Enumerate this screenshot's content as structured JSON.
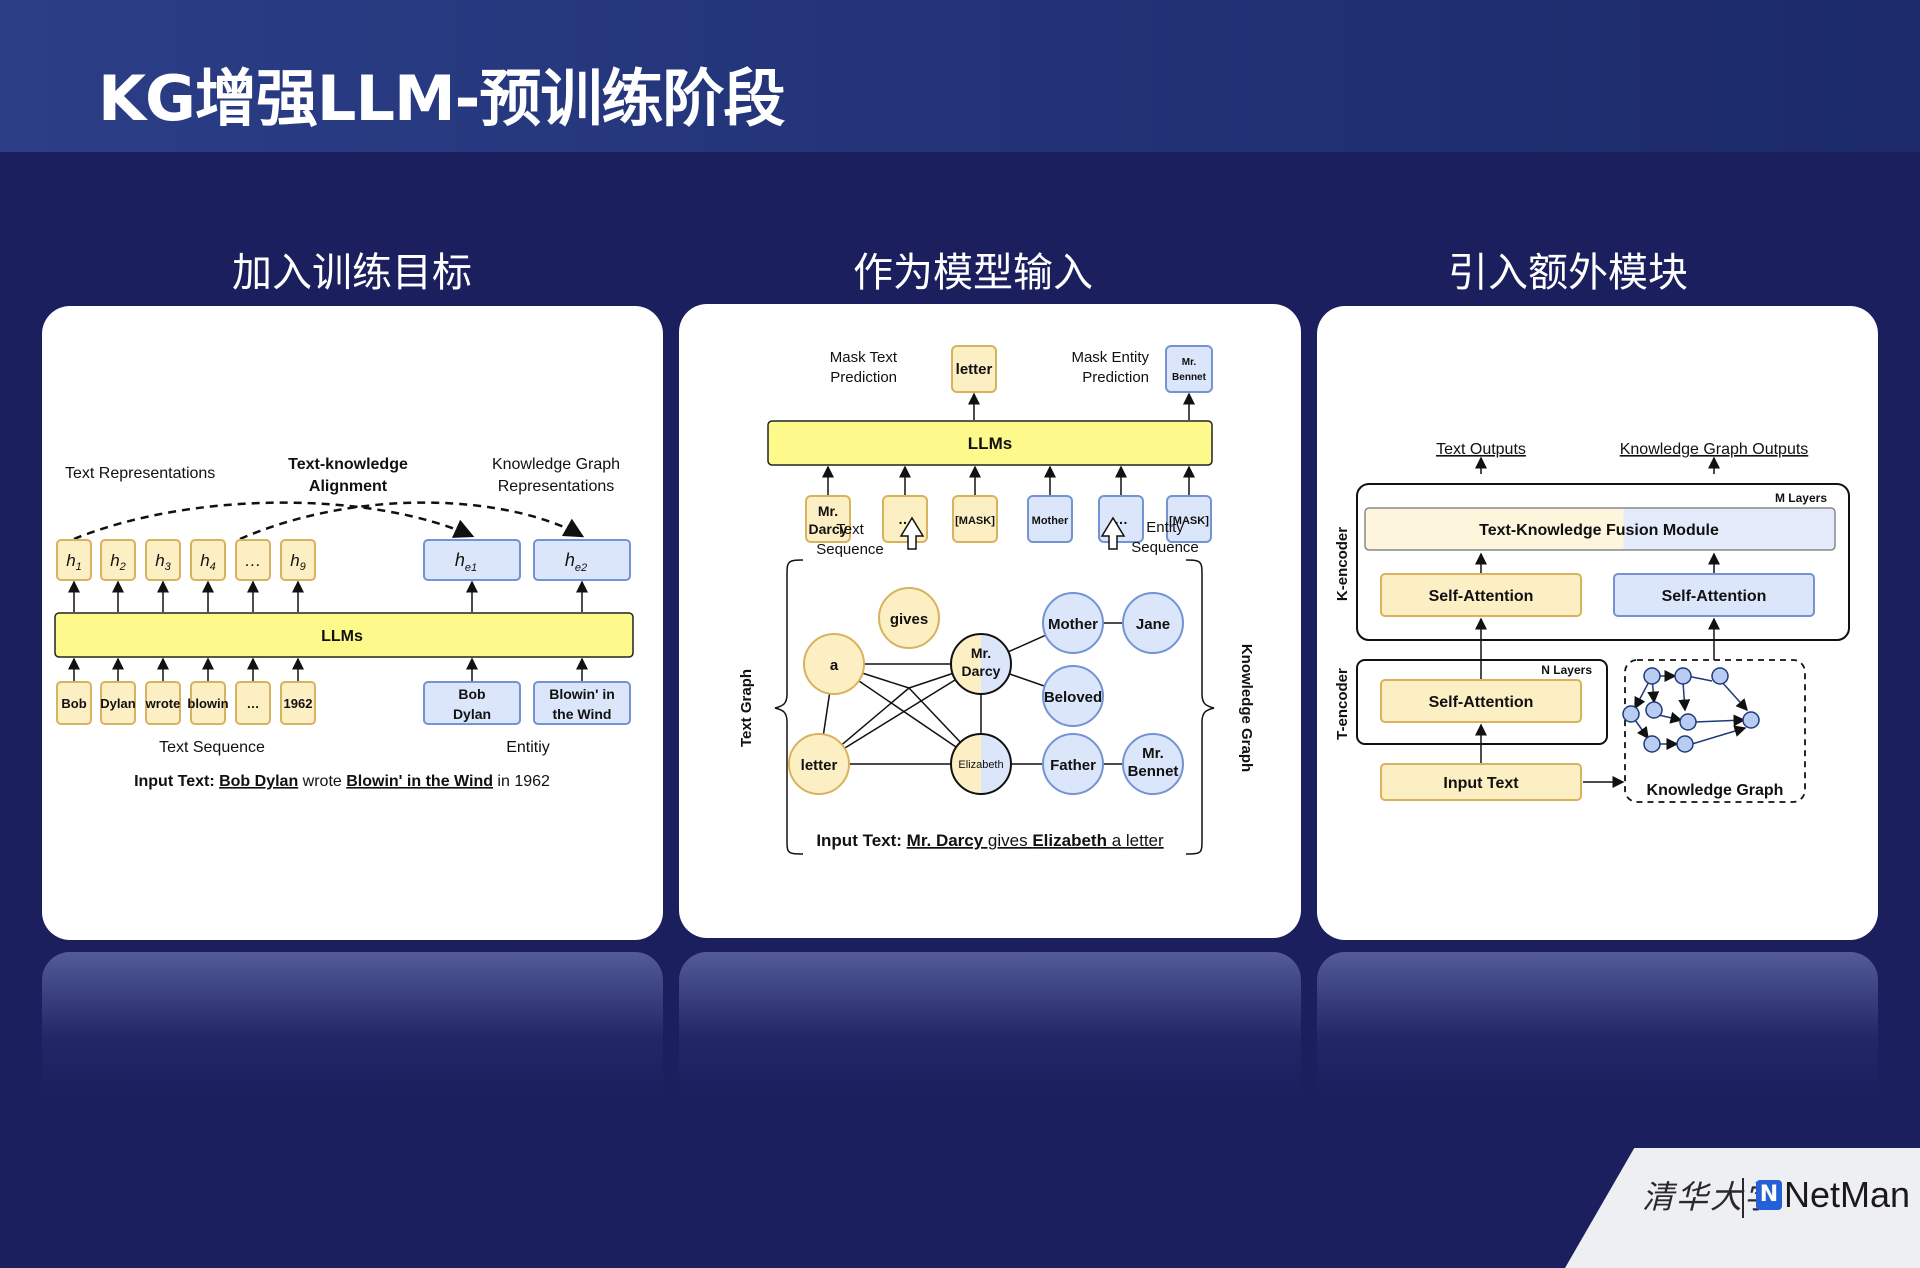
{
  "page_title": "KG增强LLM-预训练阶段",
  "sections": [
    {
      "title": "加入训练目标"
    },
    {
      "title": "作为模型输入"
    },
    {
      "title": "引入额外模块"
    }
  ],
  "colors": {
    "background": "#1b1f5e",
    "token_yellow": "#fdefc4",
    "token_yellow_border": "#d8b25c",
    "llm_yellow": "#fdf98a",
    "entity_blue": "#dbe6fb",
    "entity_blue_border": "#7393d2"
  },
  "panel1": {
    "text_repr": "Text Representations",
    "alignment_l1": "Text-knowledge",
    "alignment_l2": "Alignment",
    "kg_repr_l1": "Knowledge Graph",
    "kg_repr_l2": "Representations",
    "hidden": [
      "h",
      "h",
      "h",
      "h",
      "…",
      "h"
    ],
    "hidden_sub": [
      "1",
      "2",
      "3",
      "4",
      "",
      "9"
    ],
    "ent_hidden": "h",
    "ent_sub": [
      "e1",
      "e2"
    ],
    "llm": "LLMs",
    "tokens": [
      "Bob",
      "Dylan",
      "wrote",
      "blowin",
      "…",
      "1962"
    ],
    "entities": [
      [
        "Bob",
        "Dylan"
      ],
      [
        "Blowin' in",
        "the Wind"
      ]
    ],
    "text_seq": "Text Sequence",
    "entity_label": "Entitiy",
    "input_prefix": "Input Text: ",
    "input_parts": [
      "Bob Dylan",
      " wrote ",
      "Blowin' in the Wind",
      " in 1962"
    ]
  },
  "panel2": {
    "mask_text_l1": "Mask Text",
    "mask_text_l2": "Prediction",
    "mask_text_out": "letter",
    "mask_entity_l1": "Mask Entity",
    "mask_entity_l2": "Prediction",
    "mask_entity_out": [
      "Mr.",
      "Bennet"
    ],
    "llm": "LLMs",
    "text_tokens": [
      [
        "Mr.",
        "Darcy"
      ],
      [
        "…"
      ],
      [
        "[MASK]"
      ]
    ],
    "entity_tokens": [
      [
        "Mother"
      ],
      [
        "…"
      ],
      [
        "[MASK]"
      ]
    ],
    "text_seq_l1": "Text",
    "text_seq_l2": "Sequence",
    "entity_seq_l1": "Entity",
    "entity_seq_l2": "Sequence",
    "text_graph": "Text Graph",
    "knowledge_graph": "Knowledge Graph",
    "nodes": {
      "a": "a",
      "gives": "gives",
      "mr_darcy": [
        "Mr.",
        "Darcy"
      ],
      "letter": "letter",
      "elizabeth": "Elizabeth",
      "mother": "Mother",
      "jane": "Jane",
      "beloved": "Beloved",
      "father": "Father",
      "mr_bennet": [
        "Mr.",
        "Bennet"
      ]
    },
    "input_prefix": "Input Text: ",
    "input_parts": [
      "Mr. Darcy",
      " gives ",
      "Elizabeth",
      " a ",
      "letter"
    ]
  },
  "panel3": {
    "text_outputs": "Text Outputs",
    "kg_outputs": "Knowledge Graph Outputs",
    "k_encoder": "K-encoder",
    "t_encoder": "T-encoder",
    "m_layers": "M Layers",
    "n_layers": "N Layers",
    "fusion_a": "Text-Knowledge",
    "fusion_b": " Fusion Module",
    "self_attention": "Self-Attention",
    "input_text": "Input Text",
    "knowledge_graph": "Knowledge Graph"
  },
  "footer": {
    "university": "清华大学",
    "brand_mark": "N",
    "brand": "NetMan"
  }
}
